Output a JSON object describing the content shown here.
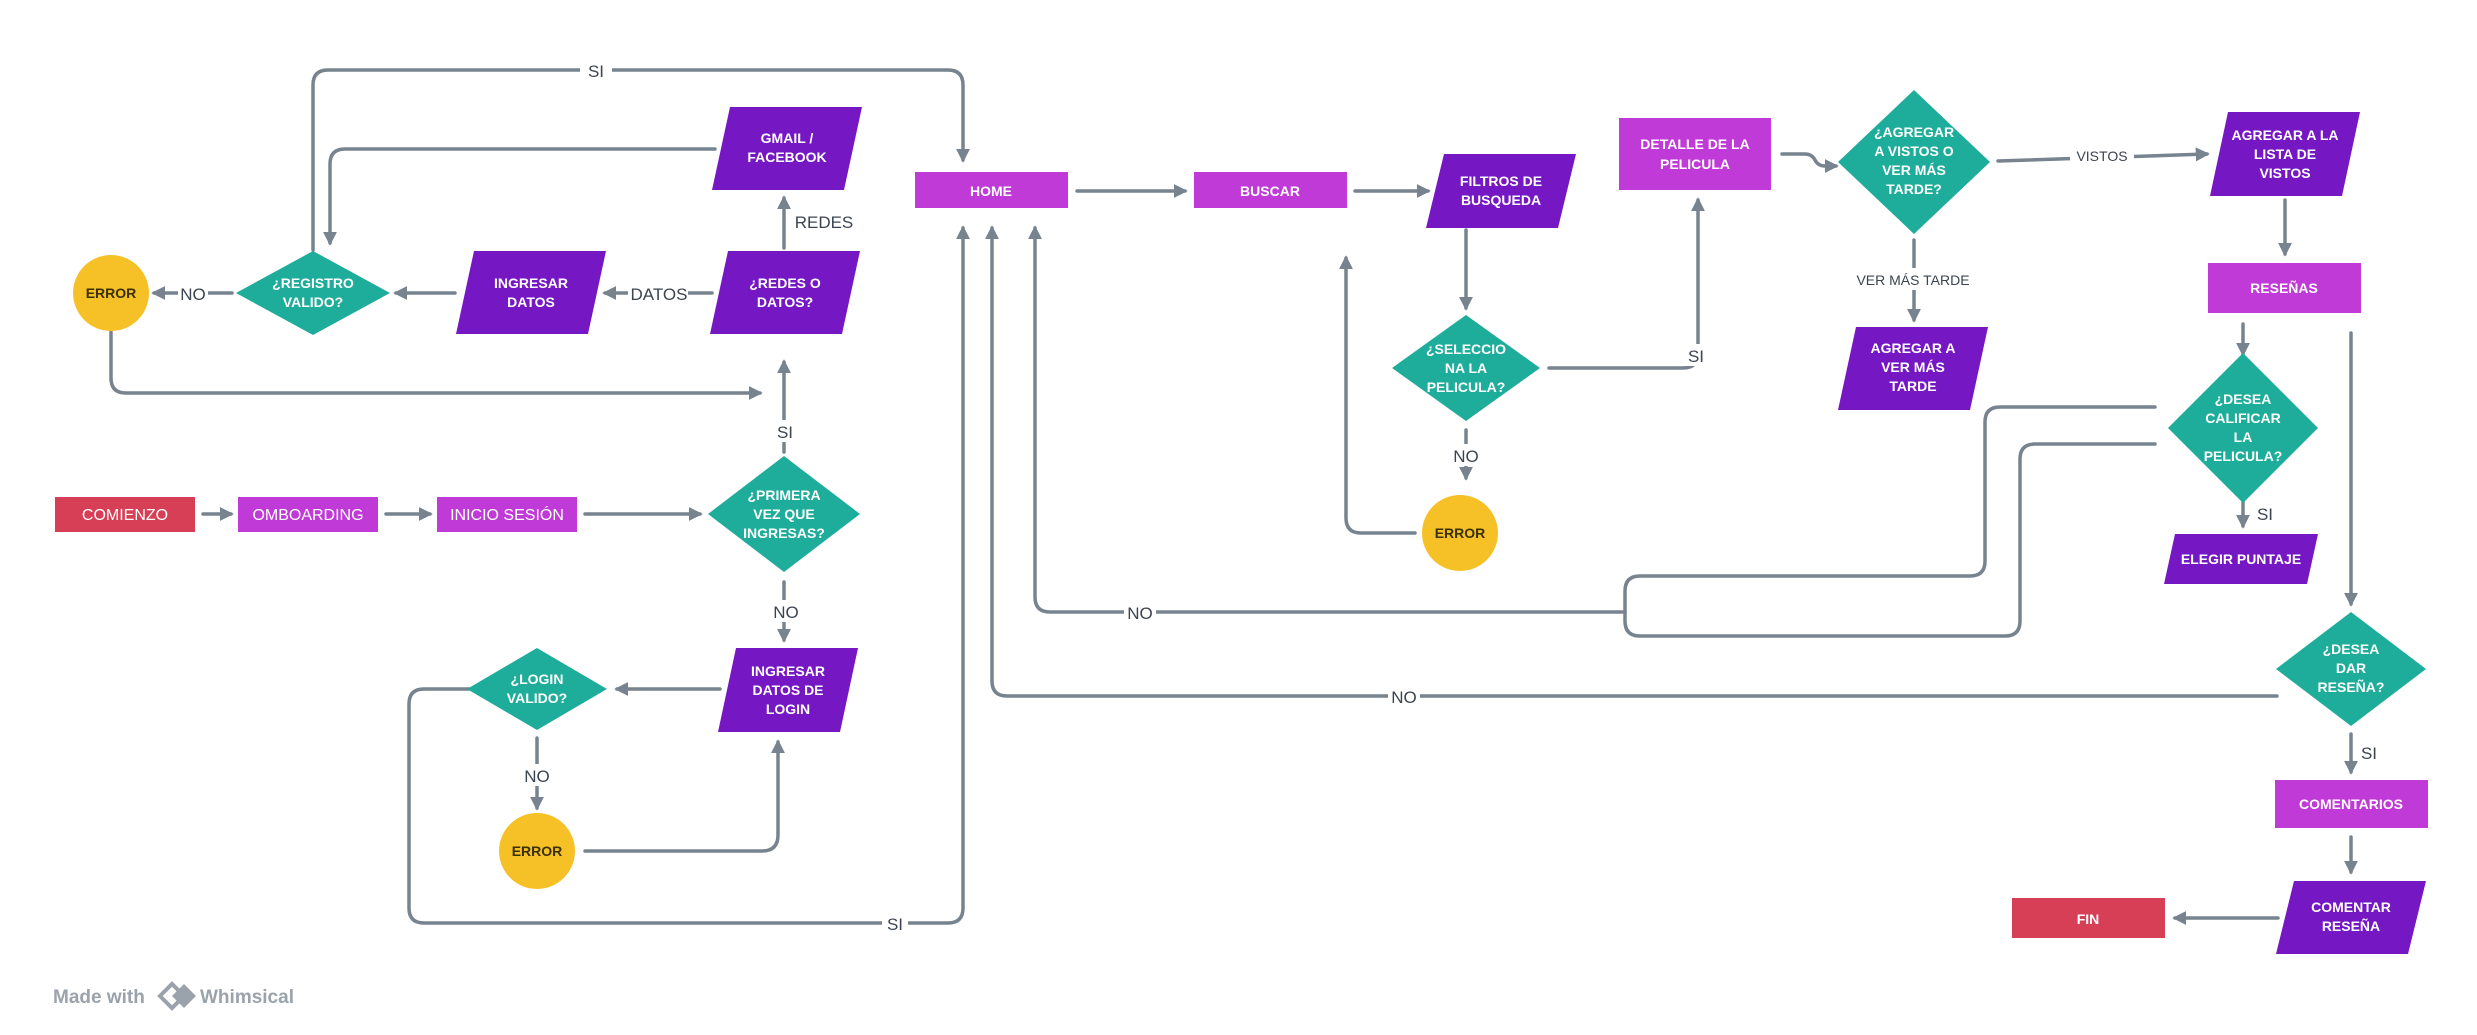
{
  "nodes": {
    "comienzo": "COMIENZO",
    "onboarding": "OMBOARDING",
    "inicio_sesion": "INICIO SESIÓN",
    "primera_vez": [
      "¿PRIMERA",
      "VEZ QUE",
      "INGRESAS?"
    ],
    "redes_o_datos": [
      "¿REDES O",
      "DATOS?"
    ],
    "gmail_facebook": [
      "GMAIL /",
      "FACEBOOK"
    ],
    "ingresar_datos": [
      "INGRESAR",
      "DATOS"
    ],
    "registro_valido": [
      "¿REGISTRO",
      "VALIDO?"
    ],
    "error_registro": "ERROR",
    "ingresar_login": [
      "INGRESAR",
      "DATOS DE",
      "LOGIN"
    ],
    "login_valido": [
      "¿LOGIN",
      "VALIDO?"
    ],
    "error_login": "ERROR",
    "home": "HOME",
    "buscar": "BUSCAR",
    "filtros": [
      "FILTROS DE",
      "BUSQUEDA"
    ],
    "selecciona": [
      "¿SELECCIO",
      "NA LA",
      "PELICULA?"
    ],
    "error_busqueda": "ERROR",
    "detalle": [
      "DETALLE DE LA",
      "PELICULA"
    ],
    "agregar_pregunta": [
      "¿AGREGAR",
      "A VISTOS O",
      "VER MÁS",
      "TARDE?"
    ],
    "agregar_vistos": [
      "AGREGAR A LA",
      "LISTA DE",
      "VISTOS"
    ],
    "agregar_tarde": [
      "AGREGAR A",
      "VER MÁS",
      "TARDE"
    ],
    "resenas": "RESEÑAS",
    "desea_calificar": [
      "¿DESEA",
      "CALIFICAR",
      "LA",
      "PELICULA?"
    ],
    "elegir_puntaje": "ELEGIR PUNTAJE",
    "desea_dar": [
      "¿DESEA",
      "DAR",
      "RESEÑA?"
    ],
    "comentarios": "COMENTARIOS",
    "comentar_resena": [
      "COMENTAR",
      "RESEÑA"
    ],
    "fin": "FIN"
  },
  "edge_labels": {
    "si_top": "SI",
    "redes": "REDES",
    "datos": "DATOS",
    "no_error_registro": "NO",
    "si_primera": "SI",
    "no_primera": "NO",
    "no_login": "NO",
    "si_login": "SI",
    "si_selecciona": "SI",
    "no_selecciona": "NO",
    "vistos": "VISTOS",
    "ver_mas_tarde": "VER MÁS TARDE",
    "si_calificar": "SI",
    "no_calificar": "NO",
    "no_dar": "NO",
    "si_dar": "SI"
  },
  "watermark": {
    "made_with": "Made with",
    "brand": "Whimsical"
  },
  "colors": {
    "start_end": "#d63f55",
    "process": "#bf3ad6",
    "io": "#7617c4",
    "decision": "#1fad9b",
    "error": "#f6c027",
    "edge": "#77838f"
  }
}
